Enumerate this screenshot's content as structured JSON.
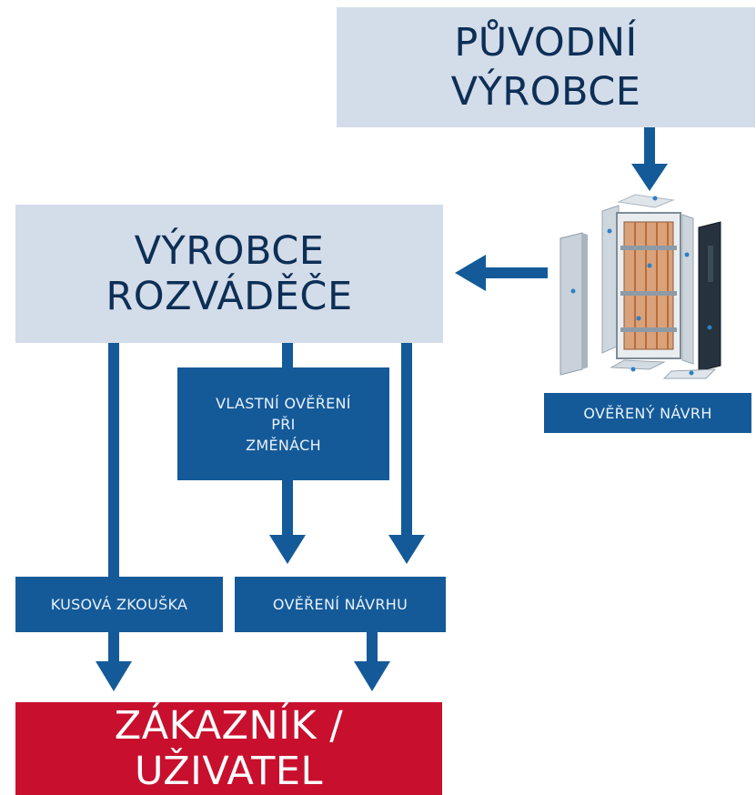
{
  "original_manufacturer": {
    "line1": "PŮVODNÍ",
    "line2": "VÝROBCE"
  },
  "panel_builder": {
    "label": "VÝROBCE ROZVÁDĚČE"
  },
  "own_verification": {
    "line1": "VLASTNÍ OVĚŘENÍ",
    "line2": "PŘI",
    "line3": "ZMĚNÁCH"
  },
  "verified_design": {
    "label": "OVĚŘENÝ NÁVRH"
  },
  "routine_test": {
    "label": "KUSOVÁ ZKOUŠKA"
  },
  "design_verification": {
    "label": "OVĚŘENÍ NÁVRHU"
  },
  "customer": {
    "label": "ZÁKAZNÍK / UŽIVATEL"
  },
  "colors": {
    "light_box": "#d3dce9",
    "blue_box": "#145a99",
    "red_box": "#c8102e",
    "arrow": "#145a99"
  },
  "icons": {
    "cabinet": "switchboard-cabinet-exploded-icon"
  }
}
